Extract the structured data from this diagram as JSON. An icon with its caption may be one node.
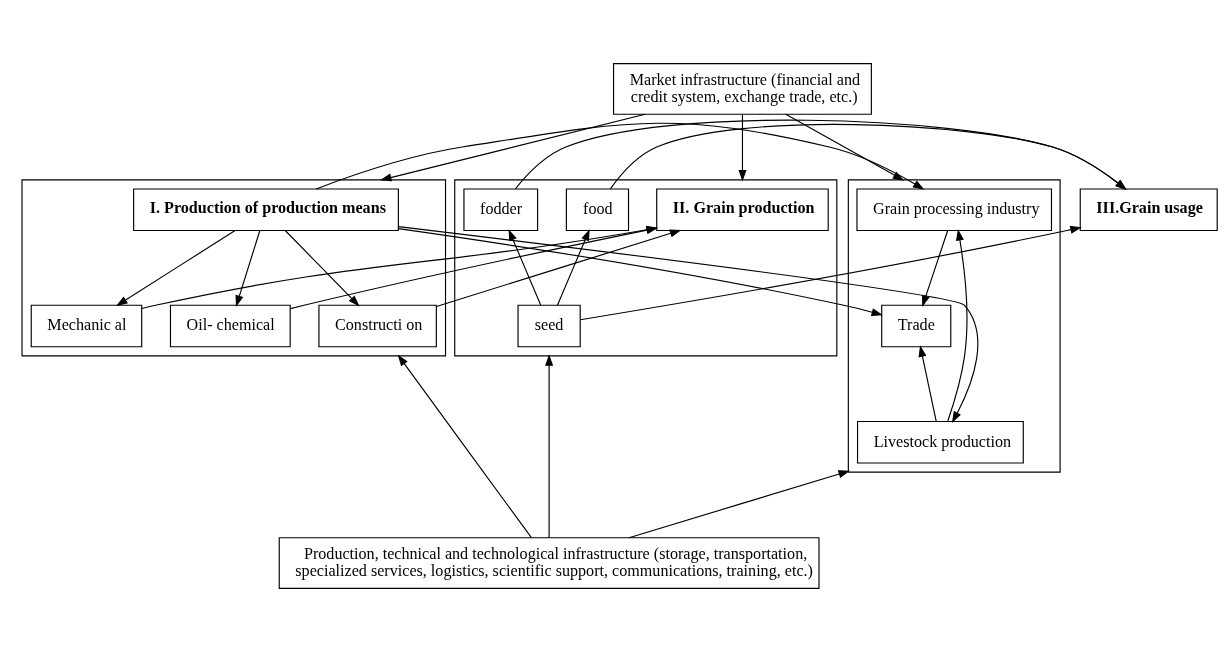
{
  "diagram": {
    "nodes": [
      {
        "text": [
          "Market infrastructure (financial and credit system, exchange trade, etc.)"
        ]
      },
      {
        "text": [],
        "shape": "box"
      },
      {
        "text": [
          "I. Production of production means"
        ],
        "in": 1
      },
      {
        "text": [
          "Mechanic al"
        ],
        "in": 1
      },
      {
        "text": [
          "Oil- chemical"
        ],
        "in": 1
      },
      {
        "text": [
          "Constructi on"
        ],
        "in": 1
      },
      {
        "text": [],
        "shape": "box"
      },
      {
        "text": [
          "II. Grain production"
        ],
        "in": 6
      },
      {
        "text": [
          "food"
        ],
        "in": 6
      },
      {
        "text": [
          "fodder"
        ],
        "in": 6
      },
      {
        "text": [
          "seed"
        ],
        "in": 6
      },
      {
        "text": [
          "III.Grain usage"
        ]
      },
      {
        "text": [],
        "shape": "box"
      },
      {
        "text": [
          "Grain processing industry"
        ],
        "in": 12
      },
      {
        "text": [
          "Trade"
        ],
        "in": 12
      },
      {
        "text": [
          "Livestock production"
        ],
        "in": 12
      },
      {
        "text": [
          "Production, technical and technological infrastructure (storage, transportation, specialized services, logistics, scientific support, communications, training, etc.)"
        ]
      }
    ],
    "edges": [
      {
        "from": 0,
        "to": 1,
        "arrow": "to"
      },
      {
        "from": 0,
        "to": 6,
        "arrow": "to"
      },
      {
        "from": 0,
        "to": 12,
        "arrow": "to"
      },
      {
        "from": 2,
        "to": 3,
        "arrow": "to"
      },
      {
        "from": 2,
        "to": 4,
        "arrow": "to"
      },
      {
        "from": 2,
        "to": 5,
        "arrow": "to"
      },
      {
        "from": 3,
        "to": 7,
        "arrow": "to"
      },
      {
        "from": 4,
        "to": 7,
        "arrow": "to"
      },
      {
        "from": 5,
        "to": 7,
        "arrow": "to"
      },
      {
        "from": 10,
        "to": 8,
        "arrow": "to"
      },
      {
        "from": 10,
        "to": 9,
        "arrow": "to"
      },
      {
        "from": 8,
        "to": 11,
        "arrow": "to"
      },
      {
        "from": 9,
        "to": 11,
        "arrow": "to"
      },
      {
        "from": 10,
        "to": 11,
        "arrow": "to"
      },
      {
        "from": 15,
        "to": 13,
        "arrow": "to"
      },
      {
        "from": 13,
        "to": 14,
        "arrow": "to"
      },
      {
        "from": 15,
        "to": 14,
        "arrow": "to"
      },
      {
        "from": 16,
        "to": 1,
        "arrow": "to"
      },
      {
        "from": 16,
        "to": 6,
        "arrow": "to"
      },
      {
        "from": 16,
        "to": 12,
        "arrow": "to"
      },
      {
        "from": 2,
        "to": 13,
        "arrow": "to"
      },
      {
        "from": 2,
        "to": 14,
        "arrow": "to"
      },
      {
        "from": 2,
        "to": 15,
        "arrow": "to"
      }
    ]
  }
}
